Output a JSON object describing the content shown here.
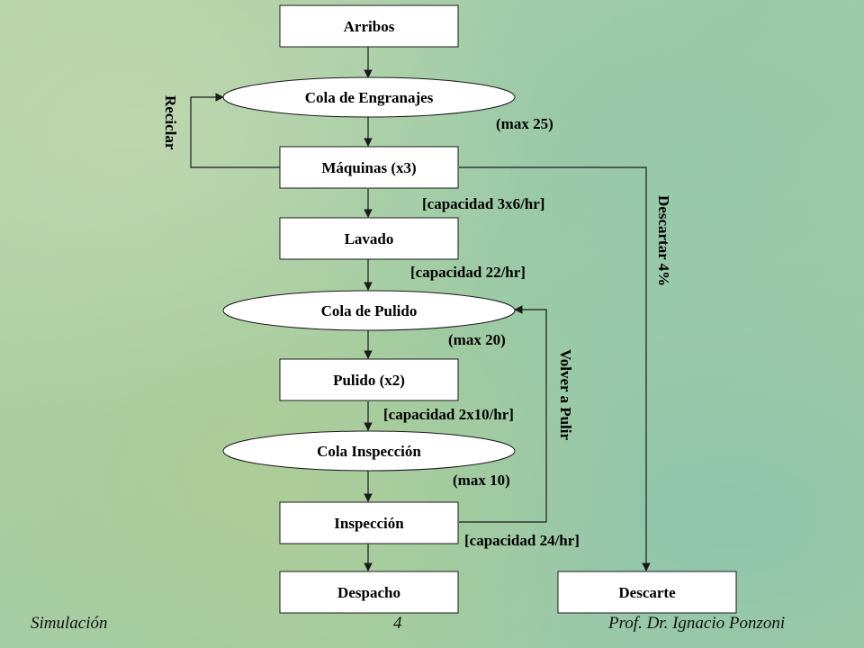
{
  "diagram": {
    "nodes": {
      "arribos": "Arribos",
      "cola_engranajes": "Cola de Engranajes",
      "maquinas": "Máquinas (x3)",
      "lavado": "Lavado",
      "cola_pulido": "Cola de Pulido",
      "pulido": "Pulido (x2)",
      "cola_inspeccion": "Cola Inspección",
      "inspeccion": "Inspección",
      "despacho": "Despacho",
      "descarte": "Descarte"
    },
    "labels": {
      "max_25": "(max 25)",
      "capacidad_maquinas": "[capacidad 3x6/hr]",
      "capacidad_lavado": "[capacidad 22/hr]",
      "max_20": "(max 20)",
      "capacidad_pulido": "[capacidad 2x10/hr]",
      "max_10": "(max 10)",
      "capacidad_inspeccion": "[capacidad 24/hr]",
      "reciclar": "Reciclar",
      "descartar": "Descartar 4%",
      "volver_pulir": "Volver a Pulir"
    }
  },
  "footer": {
    "left": "Simulación",
    "page": "4",
    "right": "Prof. Dr. Ignacio Ponzoni"
  }
}
